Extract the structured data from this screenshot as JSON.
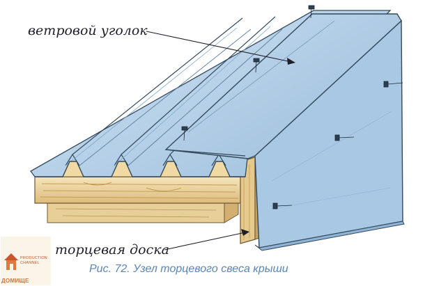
{
  "labels": {
    "wind_corner": "ветровой уголок",
    "end_board": "торцевая доска"
  },
  "caption": "Рис. 72. Узел торцевого свеса крыши",
  "logo": {
    "line1": "PRODUCTION",
    "line2": "CHANNEL",
    "brand": "ДОМИЩЕ"
  },
  "colors": {
    "sheet_light": "#c4dbee",
    "sheet_mid": "#a8c7e3",
    "sheet_dark": "#7fa6c9",
    "outline": "#33495c",
    "wood_light": "#f3e0b0",
    "wood_mid": "#e2c385",
    "wood_dark": "#c49a55",
    "caption": "#5a86b5"
  }
}
